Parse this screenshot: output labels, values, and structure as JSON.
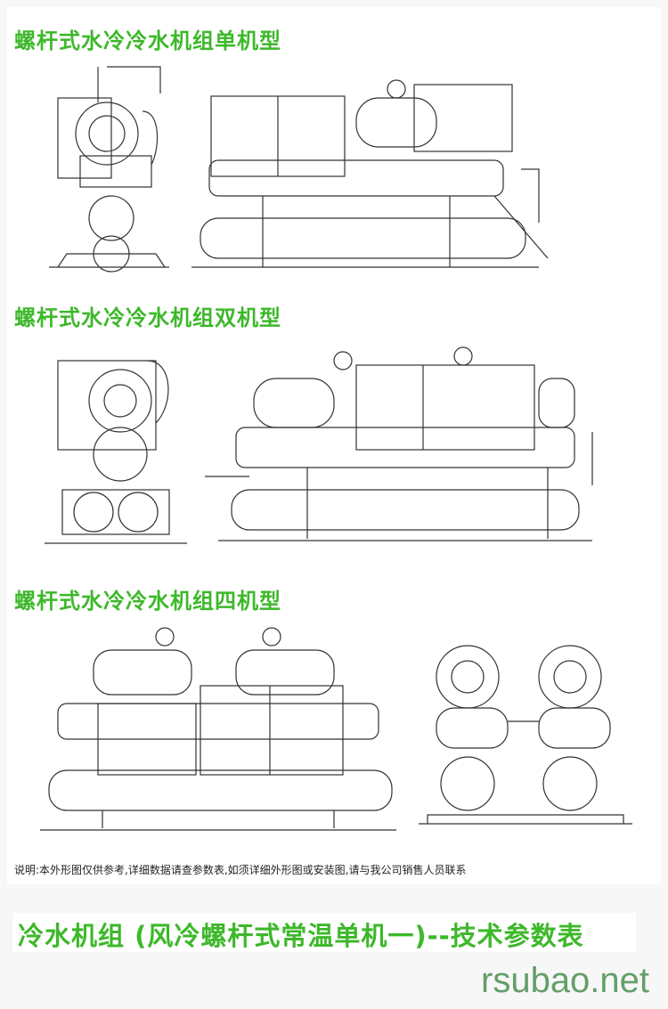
{
  "sections": [
    {
      "title": "螺杆式水冷冷水机组单机型"
    },
    {
      "title": "螺杆式水冷冷水机组双机型"
    },
    {
      "title": "螺杆式水冷冷水机组四机型"
    }
  ],
  "note": "说明:本外形图仅供参考,详细数据请查参数表,如须详细外形图或安装图,请与我公司销售人员联系",
  "footer_title": "冷水机组 (风冷螺杆式常温单机一)--技术参数表",
  "watermark": "rsubao.net",
  "colors": {
    "accent": "#3db82a"
  }
}
